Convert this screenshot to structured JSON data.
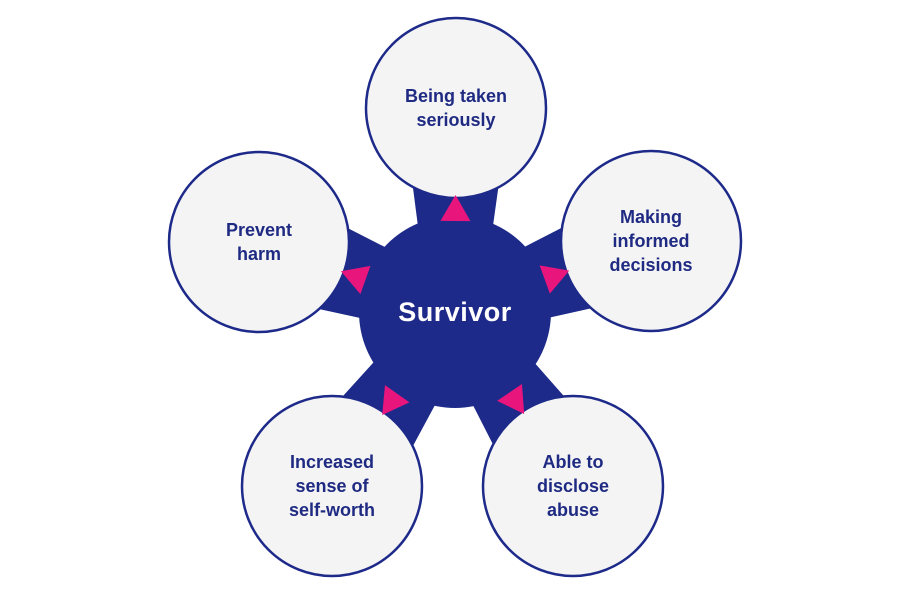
{
  "colors": {
    "hub": "#1d2a8a",
    "connector": "#1d2a8a",
    "node_fill": "#f4f4f4",
    "node_stroke": "#1d2a8a",
    "node_text": "#1f2a83",
    "arrow": "#e8157d"
  },
  "hub": {
    "label": "Survivor"
  },
  "nodes": [
    {
      "label": "Being taken\nseriously"
    },
    {
      "label": "Making\ninformed\ndecisions"
    },
    {
      "label": "Able to\ndisclose\nabuse"
    },
    {
      "label": "Increased\nsense of\nself-worth"
    },
    {
      "label": "Prevent\nharm"
    }
  ]
}
